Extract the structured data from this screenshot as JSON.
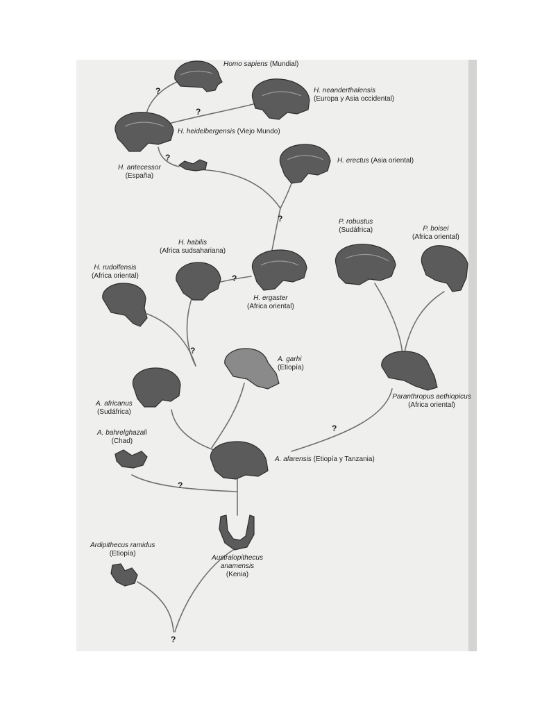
{
  "taxa": {
    "sapiens": {
      "species": "Homo sapiens",
      "region": "(Mundial)"
    },
    "neander": {
      "species": "H. neanderthalensis",
      "region": "(Europa y Asia occidental)"
    },
    "heidel": {
      "species": "H. heidelbergensis",
      "region": "(Viejo Mundo)"
    },
    "antecessor": {
      "species": "H. antecessor",
      "region": "(España)"
    },
    "erectus": {
      "species": "H. erectus",
      "region": "(Asia oriental)"
    },
    "habilis": {
      "species": "H. habilis",
      "region": "(Africa sudsahariana)"
    },
    "ergaster": {
      "species": "H. ergaster",
      "region": "(Africa oriental)"
    },
    "rudolf": {
      "species": "H. rudolfensis",
      "region": "(Africa oriental)"
    },
    "robustus": {
      "species": "P. robustus",
      "region": "(Sudáfrica)"
    },
    "boisei": {
      "species": "P. boisei",
      "region": "(Africa oriental)"
    },
    "garhi": {
      "species": "A. garhi",
      "region": "(Etiopía)"
    },
    "africanus": {
      "species": "A. africanus",
      "region": "(Sudáfrica)"
    },
    "aethiopicus": {
      "species": "Paranthropus aethiopicus",
      "region": "(Africa oriental)"
    },
    "bahrel": {
      "species": "A. bahrelghazali",
      "region": "(Chad)"
    },
    "afarensis": {
      "species": "A. afarensis",
      "region": "(Etiopía y Tanzania)"
    },
    "ramidus": {
      "species": "Ardipithecus ramidus",
      "region": "(Etiopía)"
    },
    "anamensis": {
      "species": "Australopithecus anamensis",
      "region": "(Kenia)"
    }
  },
  "uncertain_mark": "?"
}
